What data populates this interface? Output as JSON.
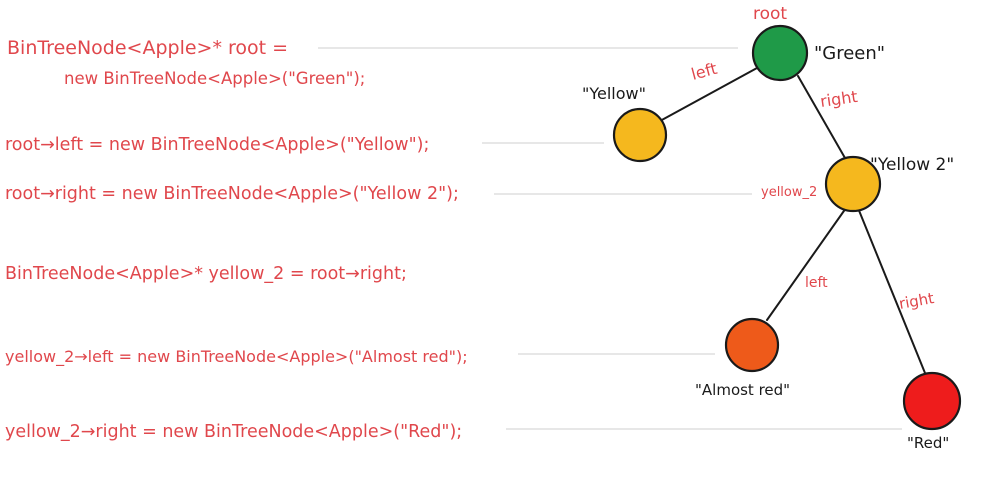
{
  "code": {
    "line1a": "BinTreeNode<Apple>* root =",
    "line1b": "new BinTreeNode<Apple>(\"Green\");",
    "line2": "root→left = new BinTreeNode<Apple>(\"Yellow\");",
    "line3": "root→right = new BinTreeNode<Apple>(\"Yellow 2\");",
    "line4": "BinTreeNode<Apple>* yellow_2 = root→right;",
    "line5": "yellow_2→left = new BinTreeNode<Apple>(\"Almost red\");",
    "line6": "yellow_2→right = new BinTreeNode<Apple>(\"Red\");"
  },
  "tree": {
    "root_label": "root",
    "nodes": {
      "green": {
        "name": "\"Green\"",
        "color": "#1f9a48"
      },
      "yellow": {
        "name": "\"Yellow\"",
        "color": "#f5b81e"
      },
      "yellow2": {
        "name": "\"Yellow 2\"",
        "color": "#f5b81e"
      },
      "almost_red": {
        "name": "\"Almost red\"",
        "color": "#ee5a1a"
      },
      "red": {
        "name": "\"Red\"",
        "color": "#ee1c1c"
      }
    },
    "edges": {
      "root_left": "left",
      "root_right": "right",
      "y2_left": "left",
      "y2_right": "right"
    },
    "pointer_label": "yellow_2"
  }
}
